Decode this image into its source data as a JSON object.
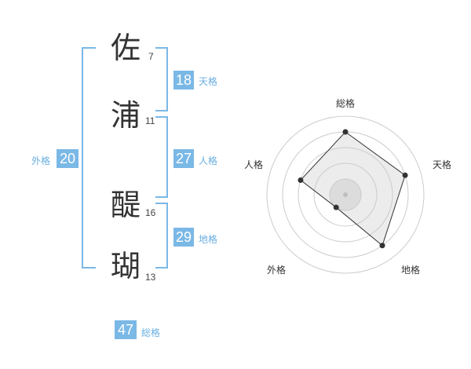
{
  "name_chars": [
    {
      "char": "佐",
      "strokes": "7"
    },
    {
      "char": "浦",
      "strokes": "11"
    },
    {
      "char": "醍",
      "strokes": "16"
    },
    {
      "char": "瑚",
      "strokes": "13"
    }
  ],
  "kaku": {
    "tenkaku": {
      "value": "18",
      "label": "天格"
    },
    "jinkaku": {
      "value": "27",
      "label": "人格"
    },
    "chikaku": {
      "value": "29",
      "label": "地格"
    },
    "gaikaku": {
      "value": "20",
      "label": "外格"
    },
    "soukaku": {
      "value": "47",
      "label": "総格"
    }
  },
  "colors": {
    "accent": "#7ab8e6",
    "text": "#333333"
  },
  "chart_data": {
    "type": "radar",
    "axes": [
      "総格",
      "天格",
      "地格",
      "外格",
      "人格"
    ],
    "values": [
      4,
      4,
      4,
      1,
      3
    ],
    "rmax": 5,
    "grid": "concentric circles"
  }
}
